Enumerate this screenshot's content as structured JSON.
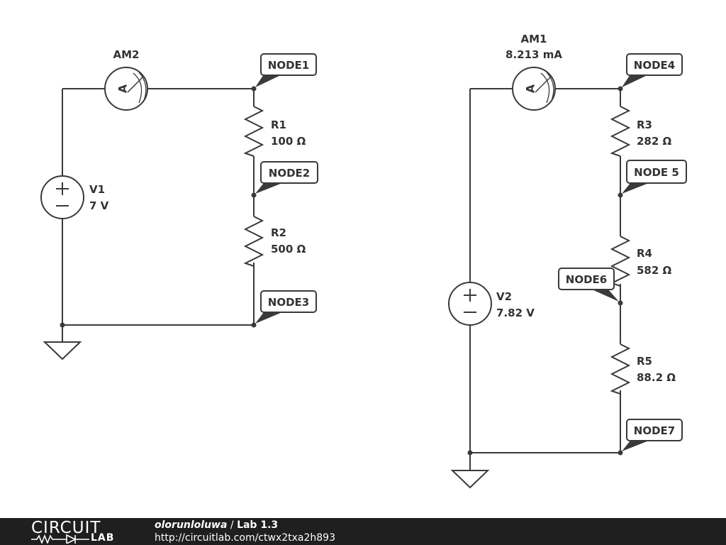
{
  "circuit_left": {
    "ammeter": {
      "name": "AM2",
      "reading": "",
      "symbol": "A"
    },
    "source": {
      "name": "V1",
      "value": "7 V"
    },
    "resistors": [
      {
        "name": "R1",
        "value": "100 Ω"
      },
      {
        "name": "R2",
        "value": "500 Ω"
      }
    ],
    "nodes": [
      "NODE1",
      "NODE2",
      "NODE3"
    ]
  },
  "circuit_right": {
    "ammeter": {
      "name": "AM1",
      "reading": "8.213 mA",
      "symbol": "A"
    },
    "source": {
      "name": "V2",
      "value": "7.82 V"
    },
    "resistors": [
      {
        "name": "R3",
        "value": "282 Ω"
      },
      {
        "name": "R4",
        "value": "582 Ω"
      },
      {
        "name": "R5",
        "value": "88.2 Ω"
      }
    ],
    "nodes": [
      "NODE4",
      "NODE 5",
      "NODE6",
      "NODE7"
    ]
  },
  "footer": {
    "logo_top": "CIRCUIT",
    "logo_bottom": "LAB",
    "author": "olorunloluwa",
    "separator": " / ",
    "title": "Lab 1.3",
    "url": "http://circuitlab.com/ctwx2txa2h893"
  },
  "colors": {
    "wire": "#3a3a3a",
    "footer_bg": "#1f1f1f"
  }
}
